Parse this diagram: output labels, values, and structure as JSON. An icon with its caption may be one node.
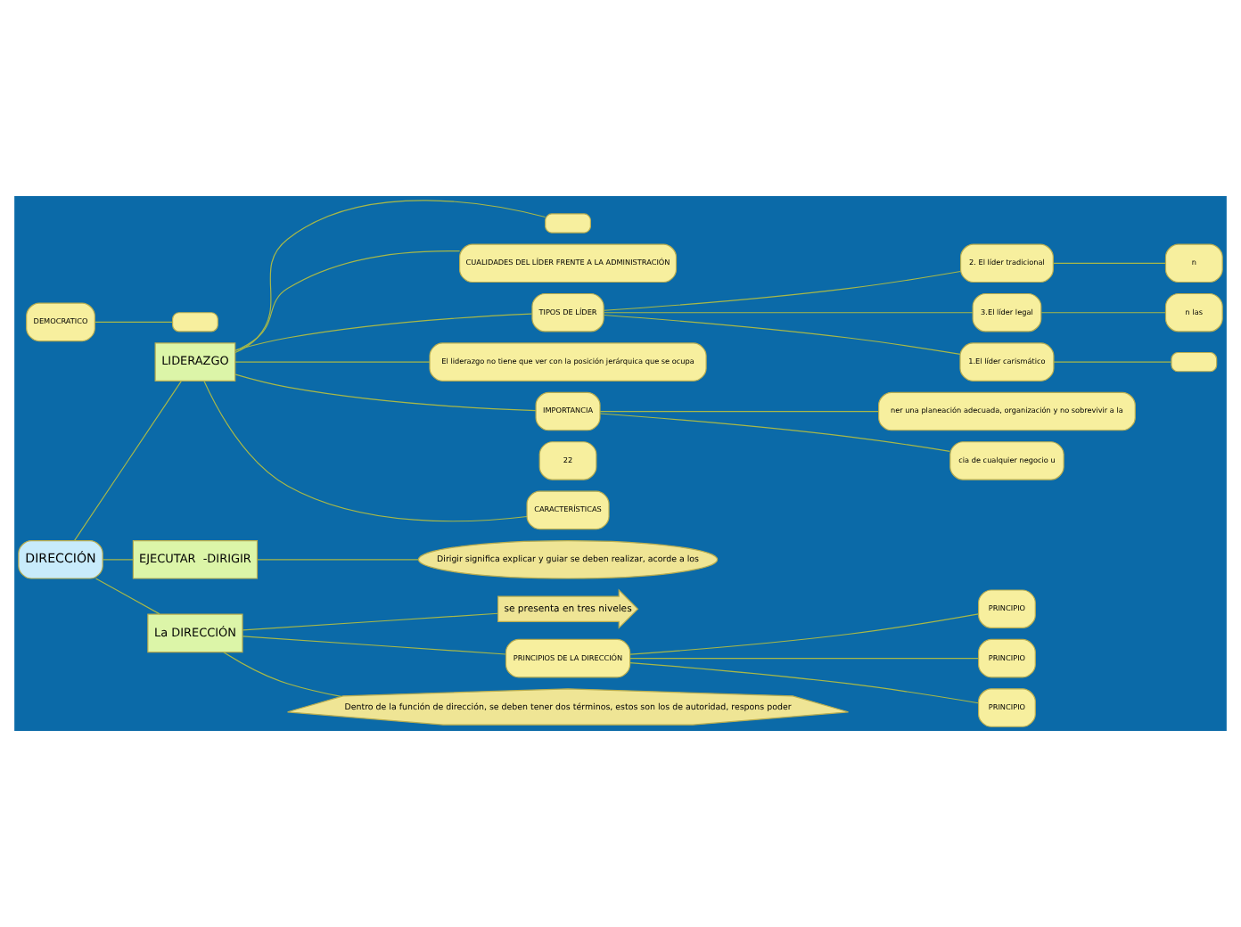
{
  "diagram": {
    "nodes": [
      {
        "text": [
          "DIRECCIÓN"
        ]
      },
      {
        "text": [
          "LIDERAZGO"
        ]
      },
      {
        "text": [
          "EJECUTAR  -DIRIGIR"
        ]
      },
      {
        "text": [
          "La DIRECCIÓN"
        ]
      },
      {
        "text": [
          "Dirigir significa explicar y guiar se deben realizar, acorde a los"
        ]
      },
      {
        "text": [
          "se presenta en tres niveles"
        ]
      },
      {
        "text": [
          "PRINCIPIOS DE LA DIRECCIÓN"
        ]
      },
      {
        "text": [
          "PRINCIPIO"
        ]
      },
      {
        "text": [
          "PRINCIPIO"
        ]
      },
      {
        "text": [
          "PRINCIPIO"
        ]
      },
      {
        "text": [
          "Dentro de la función de dirección, se deben tener dos términos, estos son los de autoridad, respons poder"
        ]
      },
      {
        "text": [
          "DEMOCRATICO"
        ]
      },
      {
        "text": [],
        "shape": "box"
      },
      {
        "text": [
          "CUALIDADES DEL LÍDER FRENTE A LA ADMINISTRACIÓN"
        ]
      },
      {
        "text": [
          "TIPOS DE LÍDER"
        ]
      },
      {
        "text": [
          "1.El líder carismático"
        ]
      },
      {
        "text": [
          "2. El líder tradicional"
        ]
      },
      {
        "text": [
          "3.El líder legal"
        ]
      },
      {
        "text": [],
        "shape": "box"
      },
      {
        "text": [
          "n"
        ]
      },
      {
        "text": [
          "n las"
        ]
      },
      {
        "text": [
          "22"
        ]
      },
      {
        "text": [
          "CARACTERÍSTICAS"
        ]
      },
      {
        "text": [
          "El liderazgo no tiene que ver con la posición jerárquica que se ocupa"
        ]
      },
      {
        "text": [
          "IMPORTANCIA"
        ]
      },
      {
        "text": [
          "ner una planeación adecuada, organización y no sobrevivir a la"
        ]
      },
      {
        "text": [
          "cia de cualquier negocio u"
        ]
      },
      {
        "text": [],
        "shape": "box"
      }
    ],
    "edges": [
      {
        "from": 0,
        "to": 2,
        "arrow": "none"
      },
      {
        "from": 0,
        "to": 1,
        "arrow": "none"
      },
      {
        "from": 0,
        "to": 3,
        "arrow": "none"
      },
      {
        "from": 2,
        "to": 4,
        "arrow": "none"
      },
      {
        "from": 3,
        "to": 5,
        "arrow": "none"
      },
      {
        "from": 3,
        "to": 6,
        "arrow": "none"
      },
      {
        "from": 3,
        "to": 10,
        "arrow": "none"
      },
      {
        "from": 6,
        "to": 7,
        "arrow": "none"
      },
      {
        "from": 6,
        "to": 8,
        "arrow": "none"
      },
      {
        "from": 6,
        "to": 9,
        "arrow": "none"
      },
      {
        "from": 11,
        "to": 12,
        "arrow": "none"
      },
      {
        "from": 1,
        "to": 13,
        "arrow": "none"
      },
      {
        "from": 1,
        "to": 14,
        "arrow": "none"
      },
      {
        "from": 14,
        "to": 15,
        "arrow": "none"
      },
      {
        "from": 14,
        "to": 16,
        "arrow": "none"
      },
      {
        "from": 14,
        "to": 17,
        "arrow": "none"
      },
      {
        "from": 15,
        "to": 18,
        "arrow": "none"
      },
      {
        "from": 16,
        "to": 19,
        "arrow": "none"
      },
      {
        "from": 17,
        "to": 20,
        "arrow": "none"
      },
      {
        "from": 1,
        "to": 22,
        "arrow": "none"
      },
      {
        "from": 1,
        "to": 23,
        "arrow": "none"
      },
      {
        "from": 1,
        "to": 24,
        "arrow": "none"
      },
      {
        "from": 24,
        "to": 25,
        "arrow": "none"
      },
      {
        "from": 24,
        "to": 26,
        "arrow": "none"
      },
      {
        "from": 1,
        "to": 27,
        "arrow": "none"
      }
    ]
  }
}
